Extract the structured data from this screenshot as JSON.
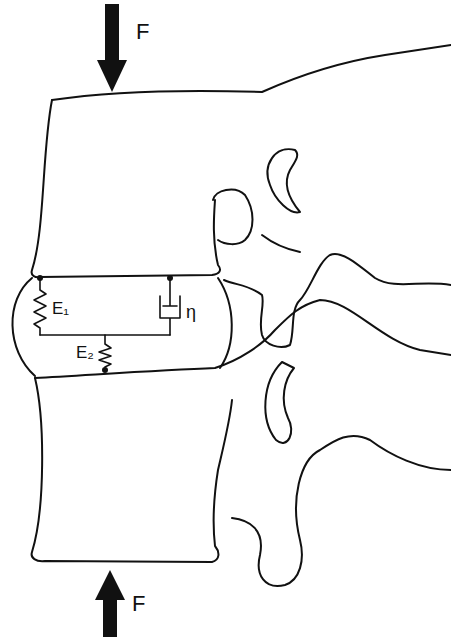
{
  "diagram": {
    "labels": [
      "F",
      "E₁",
      "η",
      "E₂",
      "F"
    ]
  }
}
